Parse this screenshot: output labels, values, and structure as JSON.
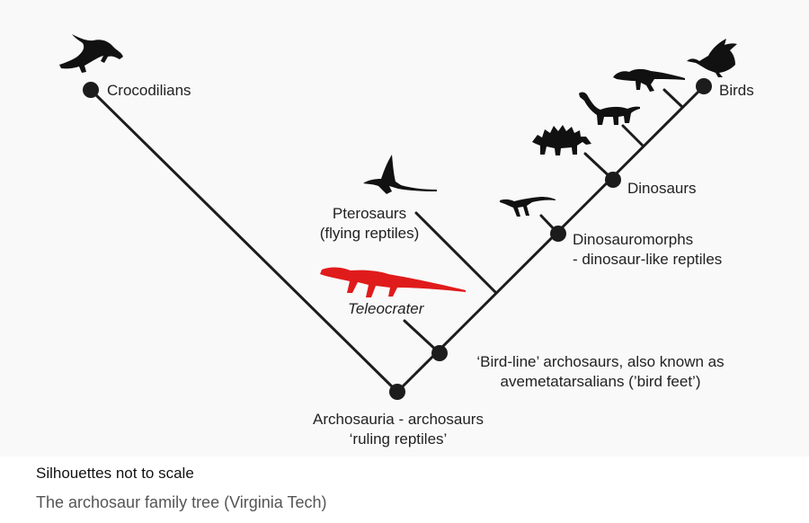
{
  "diagram": {
    "nodes": {
      "crocodilians": "Crocodilians",
      "birds": "Birds",
      "dinosaurs": "Dinosaurs",
      "dinosauromorphs": [
        "Dinosauromorphs",
        "- dinosaur-like reptiles"
      ],
      "pterosaurs": [
        "Pterosaurs",
        "(flying reptiles)"
      ],
      "teleocrater": "Teleocrater",
      "bird_line": [
        "‘Bird-line’ archosaurs, also known as",
        "avemetatarsalians (’bird feet’)"
      ],
      "archosauria": [
        "Archosauria - archosaurs",
        "‘ruling reptiles’"
      ]
    },
    "silhouettes": [
      "crocodile-silhouette",
      "pterosaur-silhouette",
      "teleocrater-silhouette",
      "small-dinosauromorph-silhouette",
      "stegosaur-silhouette",
      "sauropod-silhouette",
      "theropod-silhouette",
      "bird-silhouette"
    ],
    "colors": {
      "lines": "#1c1c1c",
      "highlight": "#e01b1b",
      "nodes": "#1c1c1c"
    }
  },
  "footer": {
    "note": "Silhouettes not to scale",
    "caption": "The archosaur family tree (Virginia Tech)"
  }
}
